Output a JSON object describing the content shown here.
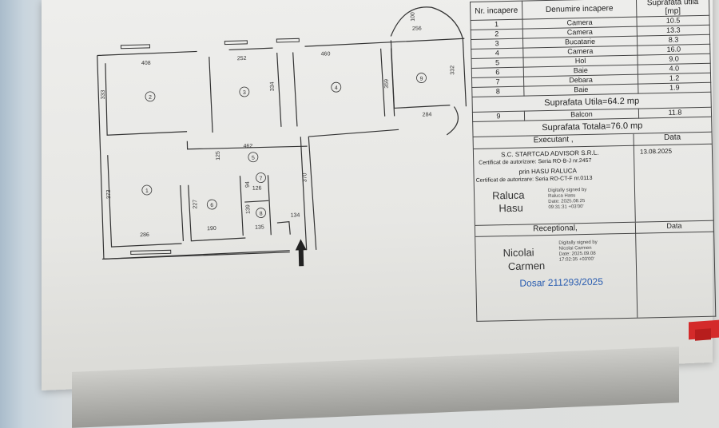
{
  "table": {
    "headers": [
      "Nr. incapere",
      "Denumire incapere",
      "Suprafata utila [mp]"
    ],
    "rows": [
      {
        "nr": "1",
        "name": "Camera",
        "area": "10.5"
      },
      {
        "nr": "2",
        "name": "Camera",
        "area": "13.3"
      },
      {
        "nr": "3",
        "name": "Bucatarie",
        "area": "8.3"
      },
      {
        "nr": "4",
        "name": "Camera",
        "area": "16.0"
      },
      {
        "nr": "5",
        "name": "Hol",
        "area": "9.0"
      },
      {
        "nr": "6",
        "name": "Baie",
        "area": "4.0"
      },
      {
        "nr": "7",
        "name": "Debara",
        "area": "1.2"
      },
      {
        "nr": "8",
        "name": "Baie",
        "area": "1.9"
      }
    ],
    "useful_total": "Suprafata Utila=64.2 mp",
    "balcony": {
      "nr": "9",
      "name": "Balcon",
      "area": "11.8"
    },
    "grand_total": "Suprafata Totala=76.0 mp"
  },
  "executant": {
    "label": "Executant ,",
    "date_label": "Data",
    "date": "13.08.2025",
    "company": "S.C. STARTCAD ADVISOR S.R.L.",
    "cert1": "Certificat de autorizare: Seria RO-B-J nr.2457",
    "by": "prin HASU RALUCA",
    "cert2": "Certificat de autorizare: Seria RO-CT-F nr.0113",
    "sig_first": "Raluca",
    "sig_last": "Hasu",
    "digital_1": "Digitally signed by",
    "digital_2": "Raluca Hasu",
    "digital_3": "Date: 2025.08.25",
    "digital_4": "09:31:31 +03'00'"
  },
  "receptional": {
    "label": "Receptional,",
    "date_label": "Data",
    "sig_first": "Nicolai",
    "sig_last": "Carmen",
    "digital_1": "Digitally signed by",
    "digital_2": "Nicolai Carmen",
    "digital_3": "Date: 2025.09.08",
    "digital_4": "17:02:35 +03'00'",
    "dosar": "Dosar 211293/2025"
  },
  "plan": {
    "dims": {
      "d408": "408",
      "d252": "252",
      "d460": "460",
      "d256": "256",
      "d100": "100",
      "d333": "333",
      "d334": "334",
      "d359": "359",
      "d332": "332",
      "d284": "284",
      "d462": "462",
      "d125": "125",
      "d373": "373",
      "d227": "227",
      "d94": "94",
      "d126": "126",
      "d370": "370",
      "d139": "139",
      "d134": "134",
      "d286": "286",
      "d190": "190",
      "d135": "135"
    },
    "rooms": {
      "r1": "1",
      "r2": "2",
      "r3": "3",
      "r4": "4",
      "r5": "5",
      "r6": "6",
      "r7": "7",
      "r8": "8",
      "r9": "9"
    }
  }
}
